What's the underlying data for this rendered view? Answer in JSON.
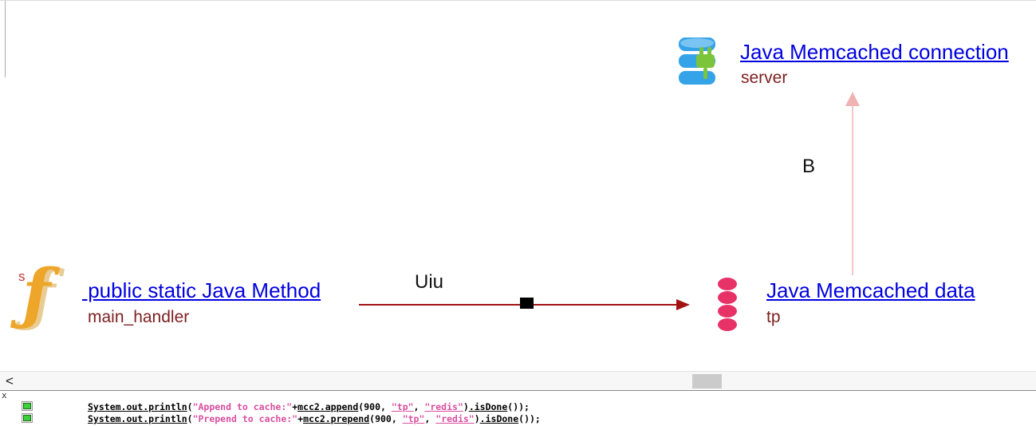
{
  "colors": {
    "link_blue": "#0000e0",
    "maroon": "#7d1f1f",
    "arrow_red": "#a31212",
    "arrow_pink": "#f5c6c6",
    "arrow_pink_head": "#f0b2b2",
    "string_pink": "#d94f9f",
    "icon_orange": "#eda62a",
    "icon_blue": "#35a3e8",
    "icon_green": "#7cc43a",
    "icon_pink": "#e73268",
    "breakpoint_green": "#3ad13a"
  },
  "diagram": {
    "connection_node": {
      "title": "Java Memcached connection",
      "subtitle": "server"
    },
    "method_node": {
      "badge": "s",
      "icon_glyph": "ƒ",
      "title": " public static Java Method",
      "subtitle": "main_handler"
    },
    "data_node": {
      "title": "Java Memcached data",
      "subtitle": "tp"
    },
    "edges": {
      "method_to_data_label": "Uiu",
      "data_to_connection_label": "B"
    }
  },
  "scrollbar": {
    "left_arrow": "<"
  },
  "code_panel": {
    "close_glyph": "x",
    "lines": [
      {
        "tokens": [
          {
            "t": "System.out.println",
            "c": "code-u"
          },
          {
            "t": "(",
            "c": "code"
          },
          {
            "t": "\"Append to cache:\"",
            "c": "str"
          },
          {
            "t": "+",
            "c": "code"
          },
          {
            "t": "mcc2.append",
            "c": "code-u"
          },
          {
            "t": "(900, ",
            "c": "code"
          },
          {
            "t": "\"tp\"",
            "c": "str-u"
          },
          {
            "t": ", ",
            "c": "code"
          },
          {
            "t": "\"redis\"",
            "c": "str-u"
          },
          {
            "t": ")",
            "c": "code"
          },
          {
            "t": ".isDone",
            "c": "code-u"
          },
          {
            "t": "());",
            "c": "code"
          }
        ]
      },
      {
        "tokens": [
          {
            "t": "System.out.println",
            "c": "code-u"
          },
          {
            "t": "(",
            "c": "code"
          },
          {
            "t": "\"Prepend to cache:\"",
            "c": "str"
          },
          {
            "t": "+",
            "c": "code"
          },
          {
            "t": "mcc2.prepend",
            "c": "code-u"
          },
          {
            "t": "(900, ",
            "c": "code"
          },
          {
            "t": "\"tp\"",
            "c": "str-u"
          },
          {
            "t": ", ",
            "c": "code"
          },
          {
            "t": "\"redis\"",
            "c": "str-u"
          },
          {
            "t": ")",
            "c": "code"
          },
          {
            "t": ".isDone",
            "c": "code-u"
          },
          {
            "t": "());",
            "c": "code"
          }
        ]
      }
    ]
  }
}
